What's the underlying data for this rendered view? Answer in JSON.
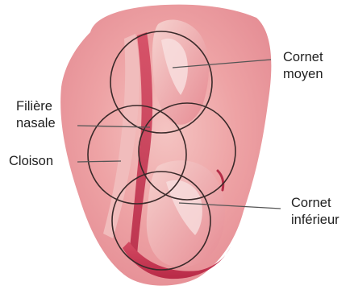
{
  "labels": {
    "cornet_moyen": [
      "Cornet",
      "moyen"
    ],
    "filiere_nasale": [
      "Filière",
      "nasale"
    ],
    "cloison": "Cloison",
    "cornet_inferieur": [
      "Cornet",
      "inférieur"
    ]
  },
  "colors": {
    "tissue_light": "#f2b3b3",
    "tissue_mid": "#e27d86",
    "tissue_deep": "#c8344f",
    "highlight": "#f7dcdc",
    "circle_stroke": "#3a2a2a",
    "leader_line": "#555555",
    "text": "#1f1f1f"
  }
}
